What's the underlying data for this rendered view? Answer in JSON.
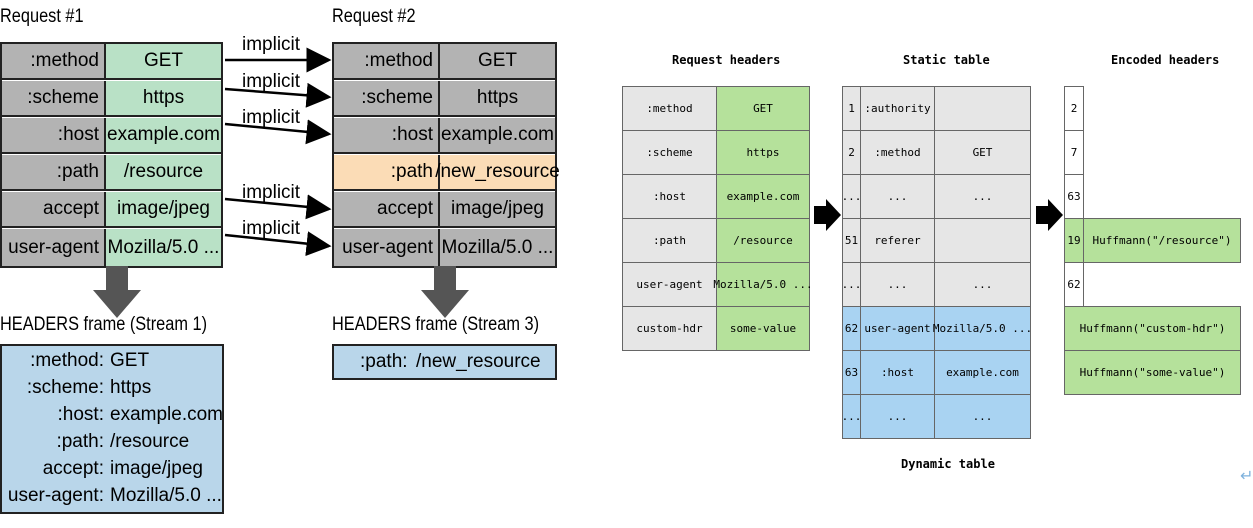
{
  "left_diagram": {
    "request1_title": "Request #1",
    "request2_title": "Request #2",
    "request1_rows": [
      {
        "key": ":method",
        "value": "GET"
      },
      {
        "key": ":scheme",
        "value": "https"
      },
      {
        "key": ":host",
        "value": "example.com"
      },
      {
        "key": ":path",
        "value": "/resource"
      },
      {
        "key": "accept",
        "value": "image/jpeg"
      },
      {
        "key": "user-agent",
        "value": "Mozilla/5.0 ..."
      }
    ],
    "request2_rows": [
      {
        "key": ":method",
        "value": "GET"
      },
      {
        "key": ":scheme",
        "value": "https"
      },
      {
        "key": ":host",
        "value": "example.com"
      },
      {
        "key": ":path",
        "value": "/new_resource"
      },
      {
        "key": "accept",
        "value": "image/jpeg"
      },
      {
        "key": "user-agent",
        "value": "Mozilla/5.0 ..."
      }
    ],
    "arrow_label": "implicit",
    "frame1_title": "HEADERS frame (Stream 1)",
    "frame3_title": "HEADERS frame (Stream 3)",
    "frame1_lines": [
      {
        "key": ":method:",
        "value": "GET"
      },
      {
        "key": ":scheme:",
        "value": "https"
      },
      {
        "key": ":host:",
        "value": "example.com"
      },
      {
        "key": ":path:",
        "value": "/resource"
      },
      {
        "key": "accept:",
        "value": "image/jpeg"
      },
      {
        "key": "user-agent:",
        "value": "Mozilla/5.0 ..."
      }
    ],
    "frame3_line": {
      "key": ":path:",
      "value": "/new_resource"
    }
  },
  "right_diagram": {
    "request_headers_title": "Request headers",
    "static_table_title": "Static table",
    "encoded_headers_title": "Encoded headers",
    "dynamic_table_label": "Dynamic table",
    "request_headers": [
      {
        "key": ":method",
        "value": "GET"
      },
      {
        "key": ":scheme",
        "value": "https"
      },
      {
        "key": ":host",
        "value": "example.com"
      },
      {
        "key": ":path",
        "value": "/resource"
      },
      {
        "key": "user-agent",
        "value": "Mozilla/5.0 ..."
      },
      {
        "key": "custom-hdr",
        "value": "some-value"
      }
    ],
    "table_rows": [
      {
        "index": "1",
        "name": ":authority",
        "value": ""
      },
      {
        "index": "2",
        "name": ":method",
        "value": "GET"
      },
      {
        "index": "...",
        "name": "...",
        "value": "..."
      },
      {
        "index": "51",
        "name": "referer",
        "value": ""
      },
      {
        "index": "...",
        "name": "...",
        "value": "..."
      },
      {
        "index": "62",
        "name": "user-agent",
        "value": "Mozilla/5.0 ..."
      },
      {
        "index": "63",
        "name": ":host",
        "value": "example.com"
      },
      {
        "index": "...",
        "name": "...",
        "value": "..."
      }
    ],
    "encoded": [
      {
        "index": "2",
        "value": ""
      },
      {
        "index": "7",
        "value": ""
      },
      {
        "index": "63",
        "value": ""
      },
      {
        "index": "19",
        "value": "Huffmann(\"/resource\")"
      },
      {
        "index": "62",
        "value": ""
      },
      {
        "index": "",
        "value": "Huffmann(\"custom-hdr\")"
      },
      {
        "index": "",
        "value": "Huffmann(\"some-value\")"
      }
    ]
  },
  "colors": {
    "grey": "#b3b3b3",
    "green": "#b9e1c6",
    "peach": "#fbdcb6",
    "blue": "#b9d6ea",
    "right_green": "#b5e19b",
    "right_blue": "#a9d3f2"
  }
}
